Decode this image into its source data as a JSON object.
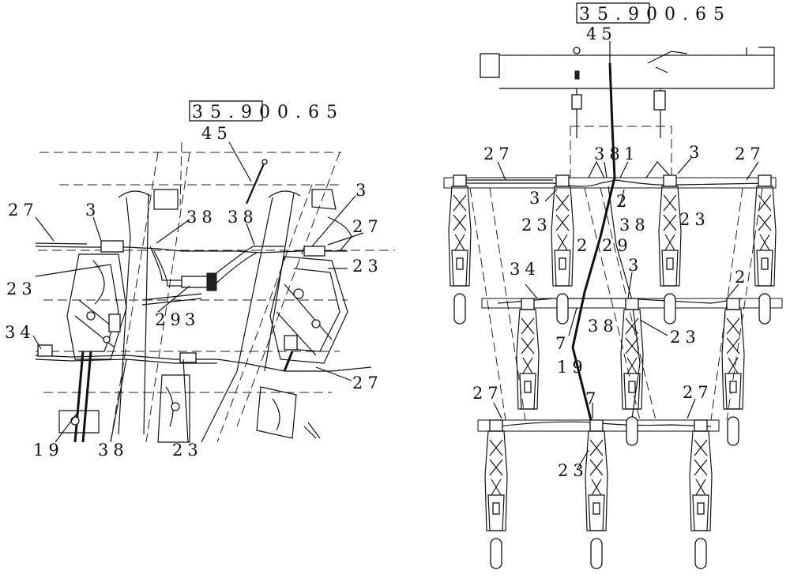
{
  "left_view": {
    "ref_box": "35.900.65",
    "labels": {
      "l45": "45",
      "l27a": "27",
      "l3a": "3",
      "l38a": "38",
      "l38b": "38",
      "l3b": "3",
      "l27b": "27",
      "l23a": "23",
      "l23b": "23",
      "l29": "29",
      "l3c": "3",
      "l34": "34",
      "l27c": "27",
      "l19": "19",
      "l38c": "38",
      "l23c": "23"
    }
  },
  "right_view": {
    "ref_box": "35.900.65",
    "labels": {
      "l45": "45",
      "l27a": "27",
      "l38": "38",
      "l1": "1",
      "l3a": "3",
      "l27b": "27",
      "l3b": "3",
      "l2a": "2",
      "l38b": "38",
      "l23a": "23",
      "l23b": "23",
      "l2b": "2",
      "l29": "29",
      "l34": "34",
      "l3c": "3",
      "l2c": "2",
      "l7a": "7",
      "l38c": "38",
      "l23c": "23",
      "l19": "19",
      "l27c": "27",
      "l7b": "7",
      "l27d": "27",
      "l23d": "23"
    }
  }
}
